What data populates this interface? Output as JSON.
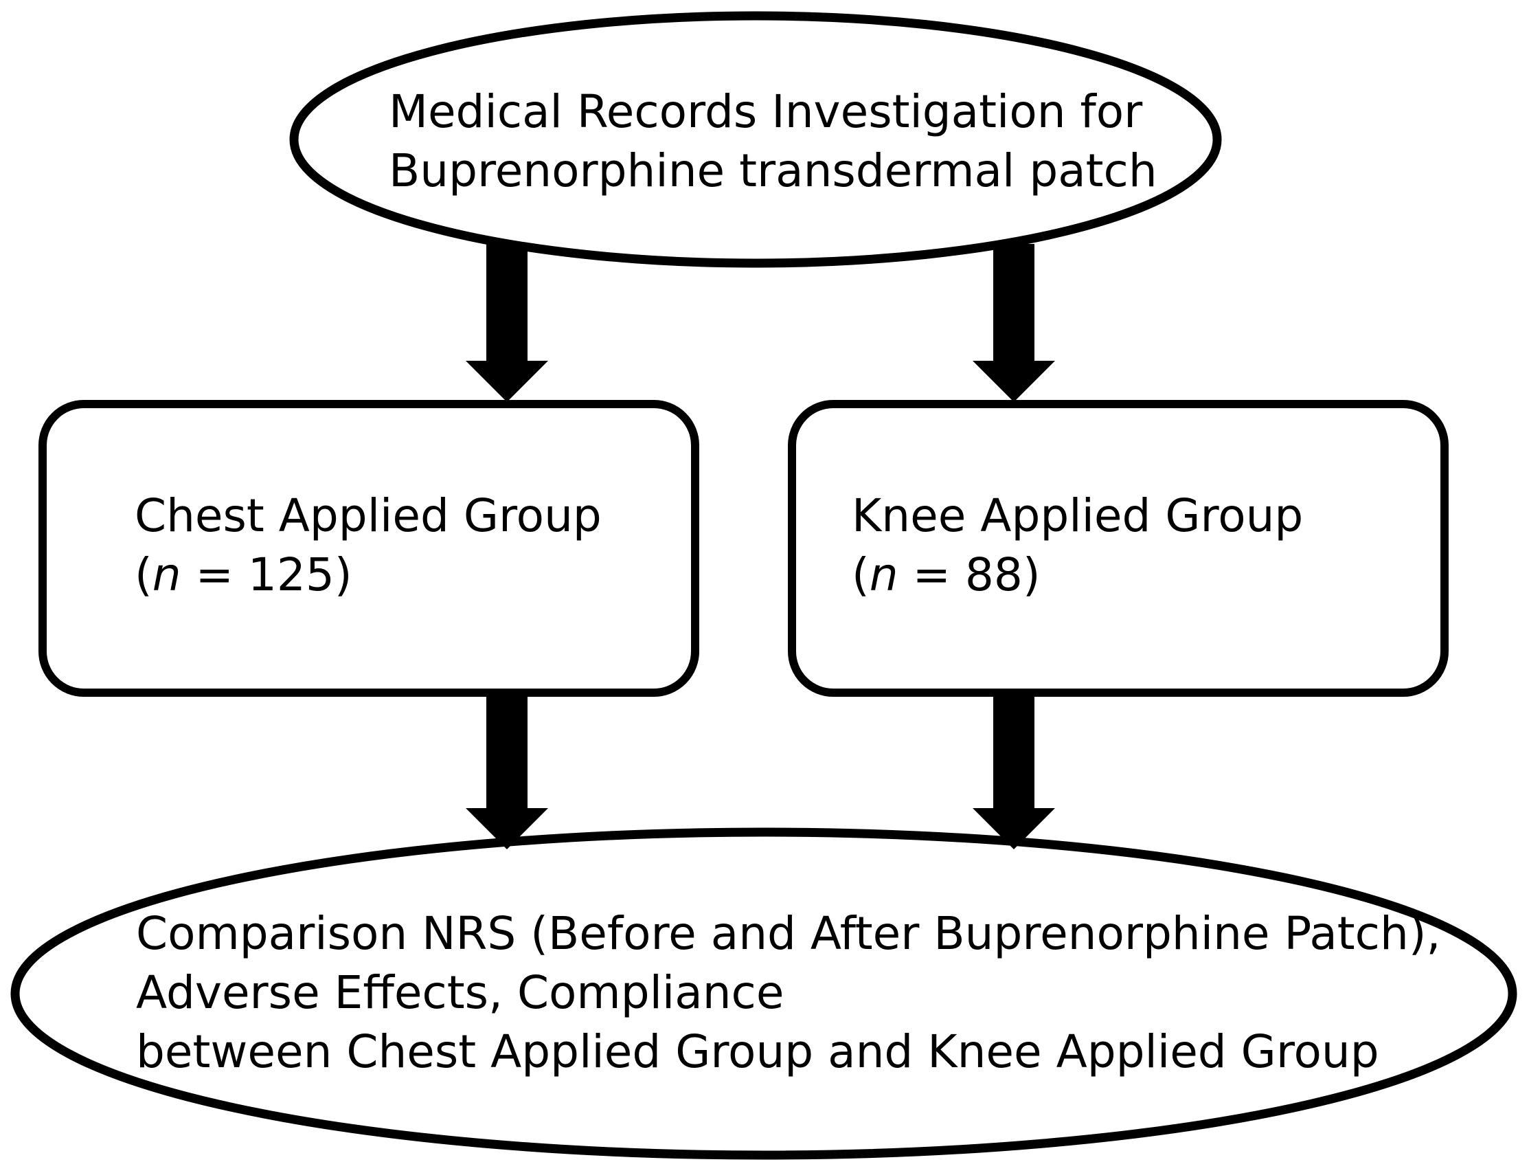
{
  "diagram": {
    "start_node": {
      "lines": [
        "Medical Records Investigation for",
        "Buprenorphine transdermal patch"
      ]
    },
    "chest_group": {
      "title": "Chest Applied Group",
      "count_open": "(",
      "count_var": "n",
      "count_close": " = 125)"
    },
    "knee_group": {
      "title": "Knee Applied Group",
      "count_open": "(",
      "count_var": "n",
      "count_close": " = 88)"
    },
    "end_node": {
      "lines": [
        "Comparison NRS (Before and After Buprenorphine Patch),",
        "Adverse Effects, Compliance",
        "between Chest Applied Group and Knee Applied Group"
      ]
    },
    "colors": {
      "stroke": "#000000",
      "fill": "#ffffff"
    }
  }
}
